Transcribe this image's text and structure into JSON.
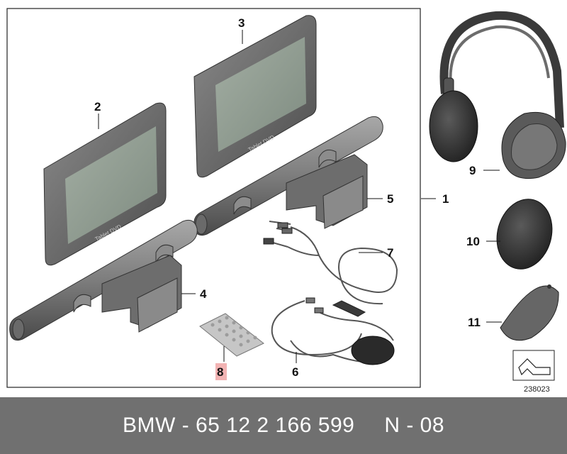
{
  "diagram": {
    "callouts": [
      "1",
      "2",
      "3",
      "4",
      "5",
      "6",
      "7",
      "8",
      "9",
      "10",
      "11"
    ],
    "screen_label": "Tablet DVD",
    "figure_number": "238023"
  },
  "footer": {
    "part_number": "BMW - 65 12 2 166 599",
    "revision": "N - 08"
  },
  "colors": {
    "footer_bg": "#707070",
    "highlight": "#f2b3b3"
  }
}
